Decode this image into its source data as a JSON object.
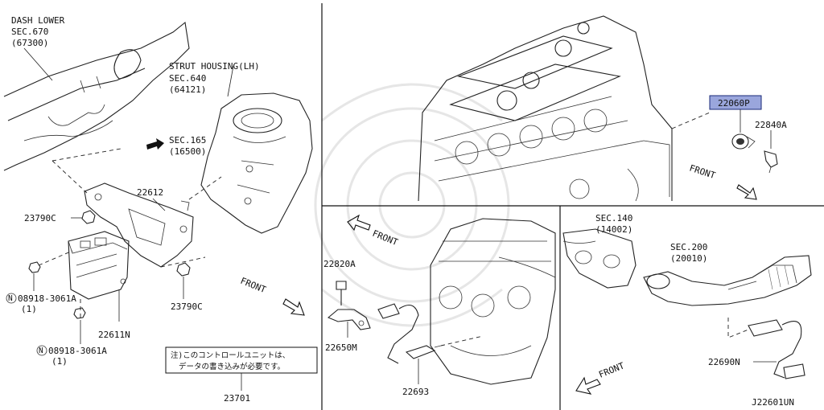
{
  "labels": {
    "dash_lower": [
      "DASH LOWER",
      "SEC.670",
      "(67300)"
    ],
    "strut_housing": [
      "STRUT HOUSING(LH)",
      "SEC.640",
      "(64121)"
    ],
    "sec165": [
      "SEC.165",
      "(16500)"
    ],
    "p22612": "22612",
    "p23790c_a": "23790C",
    "p23790c_b": "23790C",
    "n08918_a": [
      "08918-3061A",
      "(1)"
    ],
    "n08918_b": [
      "08918-3061A",
      "(1)"
    ],
    "p22611n": "22611N",
    "note": [
      "注)このコントロールユニットは、",
      "データの書き込みが必要です。"
    ],
    "p23701": "23701",
    "p22060p": "22060P",
    "p22840a": "22840A",
    "front_1": "FRONT",
    "front_2": "FRONT",
    "front_3": "FRONT",
    "front_4": "FRONT",
    "p22820a": "22820A",
    "p22650m": "22650M",
    "p22693": "22693",
    "sec140": [
      "SEC.140",
      "(14002)"
    ],
    "sec200": [
      "SEC.200",
      "(20010)"
    ],
    "p22690n": "22690N",
    "diagram_id": "J22601UN",
    "n_mark": "N"
  },
  "colors": {
    "highlight_box": "#9aa6dc",
    "ink": "#222222"
  }
}
